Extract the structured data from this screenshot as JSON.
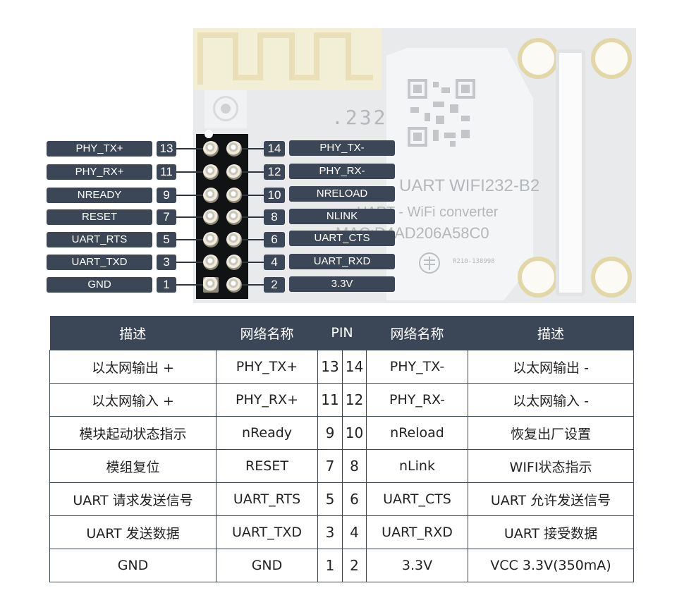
{
  "module": {
    "silkscreen_model": "UART WIFI232-B2",
    "silkscreen_sub": "UART - WiFi converter",
    "silkscreen_mac": "MAC:D4AD206A58C0",
    "silkscreen_small": "R210-138998",
    "silkscreen_232": ".232"
  },
  "pin_labels_left": [
    {
      "name": "PHY_TX+",
      "pin": "13"
    },
    {
      "name": "PHY_RX+",
      "pin": "11"
    },
    {
      "name": "NREADY",
      "pin": "9"
    },
    {
      "name": "RESET",
      "pin": "7"
    },
    {
      "name": "UART_RTS",
      "pin": "5"
    },
    {
      "name": "UART_TXD",
      "pin": "3"
    },
    {
      "name": "GND",
      "pin": "1"
    }
  ],
  "pin_labels_right": [
    {
      "name": "PHY_TX-",
      "pin": "14"
    },
    {
      "name": "PHY_RX-",
      "pin": "12"
    },
    {
      "name": "NRELOAD",
      "pin": "10"
    },
    {
      "name": "NLINK",
      "pin": "8"
    },
    {
      "name": "UART_CTS",
      "pin": "6"
    },
    {
      "name": "UART_RXD",
      "pin": "4"
    },
    {
      "name": "3.3V",
      "pin": "2"
    }
  ],
  "table": {
    "headers": {
      "desc_left": "描述",
      "net_left": "网络名称",
      "pin": "PIN",
      "net_right": "网络名称",
      "desc_right": "描述"
    },
    "rows": [
      {
        "desc_left": "以太网输出 +",
        "net_left": "PHY_TX+",
        "pin_left": "13",
        "pin_right": "14",
        "net_right": "PHY_TX-",
        "desc_right": "以太网输出 -"
      },
      {
        "desc_left": "以太网输入 +",
        "net_left": "PHY_RX+",
        "pin_left": "11",
        "pin_right": "12",
        "net_right": "PHY_RX-",
        "desc_right": "以太网输入 -"
      },
      {
        "desc_left": "模块起动状态指示",
        "net_left": "nReady",
        "pin_left": "9",
        "pin_right": "10",
        "net_right": "nReload",
        "desc_right": "恢复出厂设置"
      },
      {
        "desc_left": "模组复位",
        "net_left": "RESET",
        "pin_left": "7",
        "pin_right": "8",
        "net_right": "nLink",
        "desc_right": "WIFI状态指示"
      },
      {
        "desc_left": "UART 请求发送信号",
        "net_left": "UART_RTS",
        "pin_left": "5",
        "pin_right": "6",
        "net_right": "UART_CTS",
        "desc_right": "UART 允许发送信号"
      },
      {
        "desc_left": "UART 发送数据",
        "net_left": "UART_TXD",
        "pin_left": "3",
        "pin_right": "4",
        "net_right": "UART_RXD",
        "desc_right": "UART 接受数据"
      },
      {
        "desc_left": "GND",
        "net_left": "GND",
        "pin_left": "1",
        "pin_right": "2",
        "net_right": "3.3V",
        "desc_right": "VCC 3.3V(350mA)"
      }
    ]
  },
  "colors": {
    "label_bg": "#3b4756",
    "label_text": "#ffffff",
    "board": "#e8eaec",
    "header": "#111214"
  }
}
